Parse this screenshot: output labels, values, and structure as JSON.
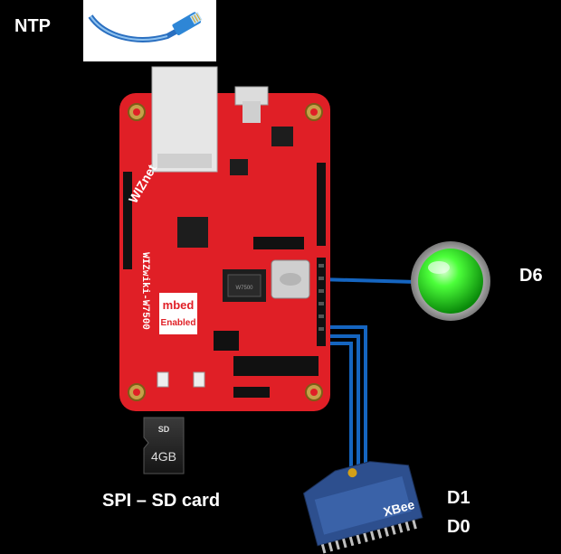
{
  "labels": {
    "ntp": "NTP",
    "d6": "D6",
    "d1": "D1",
    "d0": "D0",
    "sd": "SPI – SD card"
  },
  "board": {
    "brand": "WIZnet",
    "model": "WIZwiki-W7500",
    "mbed_top": "mbed",
    "mbed_bottom": "Enabled",
    "chip": "W7500",
    "chip_label": "W7500",
    "color": "#e01f26"
  },
  "sdcard": {
    "capacity": "4GB",
    "badge": "SD"
  },
  "xbee": {
    "label": "XBee",
    "color": "#2d4f8e"
  },
  "led": {
    "color": "#22dd22"
  },
  "wire_color": "#1565c0"
}
